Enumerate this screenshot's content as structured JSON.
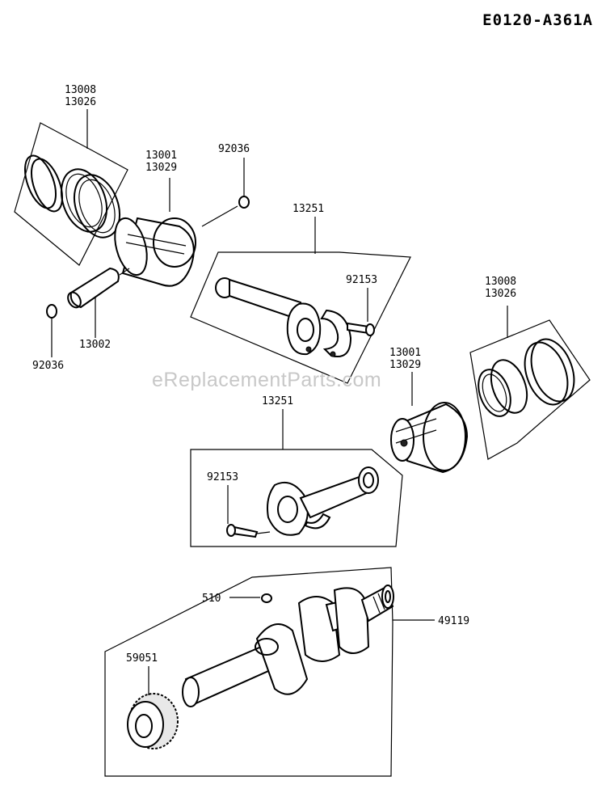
{
  "diagram_code": "E0120-A361A",
  "watermark": "eReplacementParts.com",
  "labels": {
    "ring_set_top": [
      "13008",
      "13026"
    ],
    "piston_top": [
      "13001",
      "13029"
    ],
    "circlip_top": "92036",
    "rod_top": "13251",
    "bolt_top": "92153",
    "pin": "13002",
    "circlip_left": "92036",
    "ring_set_right": [
      "13008",
      "13026"
    ],
    "piston_right": [
      "13001",
      "13029"
    ],
    "rod_mid": "13251",
    "bolt_mid": "92153",
    "key": "510",
    "crankshaft": "49119",
    "gear": "59051"
  }
}
